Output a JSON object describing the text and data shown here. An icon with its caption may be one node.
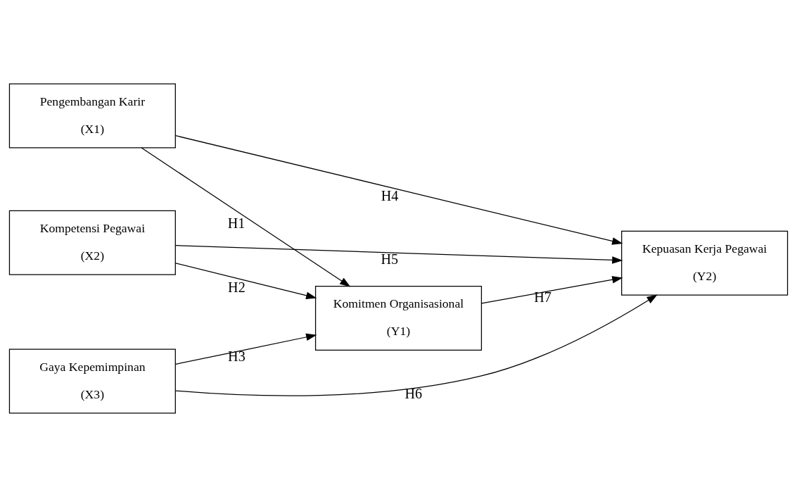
{
  "diagram": {
    "nodes": [
      {
        "text": [
          "Pengembangan Karir",
          "(X1)"
        ]
      },
      {
        "text": [
          "Kompetensi Pegawai",
          "(X2)"
        ]
      },
      {
        "text": [
          "Gaya Kepemimpinan",
          "(X3)"
        ]
      },
      {
        "text": [
          "Komitmen Organisasional",
          "(Y1)"
        ]
      },
      {
        "text": [
          "Kepuasan Kerja Pegawai",
          "(Y2)"
        ]
      }
    ],
    "edges": [
      {
        "from": 0,
        "to": 4,
        "arrow": "to",
        "label": "H4"
      },
      {
        "from": 0,
        "to": 3,
        "arrow": "to",
        "label": "H1"
      },
      {
        "from": 1,
        "to": 3,
        "arrow": "to",
        "label": "H2"
      },
      {
        "from": 2,
        "to": 3,
        "arrow": "to",
        "label": "H3"
      },
      {
        "from": 3,
        "to": 4,
        "arrow": "to",
        "label": "H7"
      },
      {
        "from": 2,
        "to": 4,
        "arrow": "to",
        "label": "H6"
      },
      {
        "from": 1,
        "to": 4,
        "arrow": "to",
        "label": "H5"
      }
    ]
  }
}
